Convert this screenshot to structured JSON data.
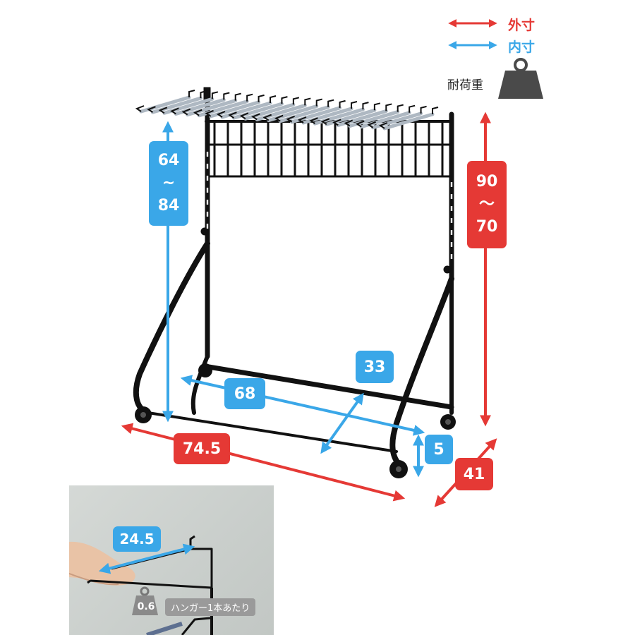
{
  "colors": {
    "outer": "#e53935",
    "inner": "#3aa7e8",
    "frame": "#111111",
    "weight_icon": "#4a4a4a",
    "inset_bg": "#cfd3d0",
    "chip_bg": "#9a9a9a"
  },
  "legend": {
    "outer_label": "外寸",
    "inner_label": "内寸",
    "weight_label": "耐荷重",
    "outer_icon": "double-arrow-icon",
    "inner_icon": "double-arrow-icon",
    "weight_icon": "weight-icon"
  },
  "dimensions": {
    "inner_height": [
      "64",
      "~",
      "84"
    ],
    "outer_height": [
      "90",
      "〜",
      "70"
    ],
    "inner_width": "68",
    "inner_depth": "33",
    "outer_width": "74.5",
    "caster_height": "5",
    "outer_depth": "41"
  },
  "inset": {
    "hanger_length": "24.5",
    "hanger_load": "0.6",
    "hanger_load_note": "ハンガー1本あたり"
  }
}
